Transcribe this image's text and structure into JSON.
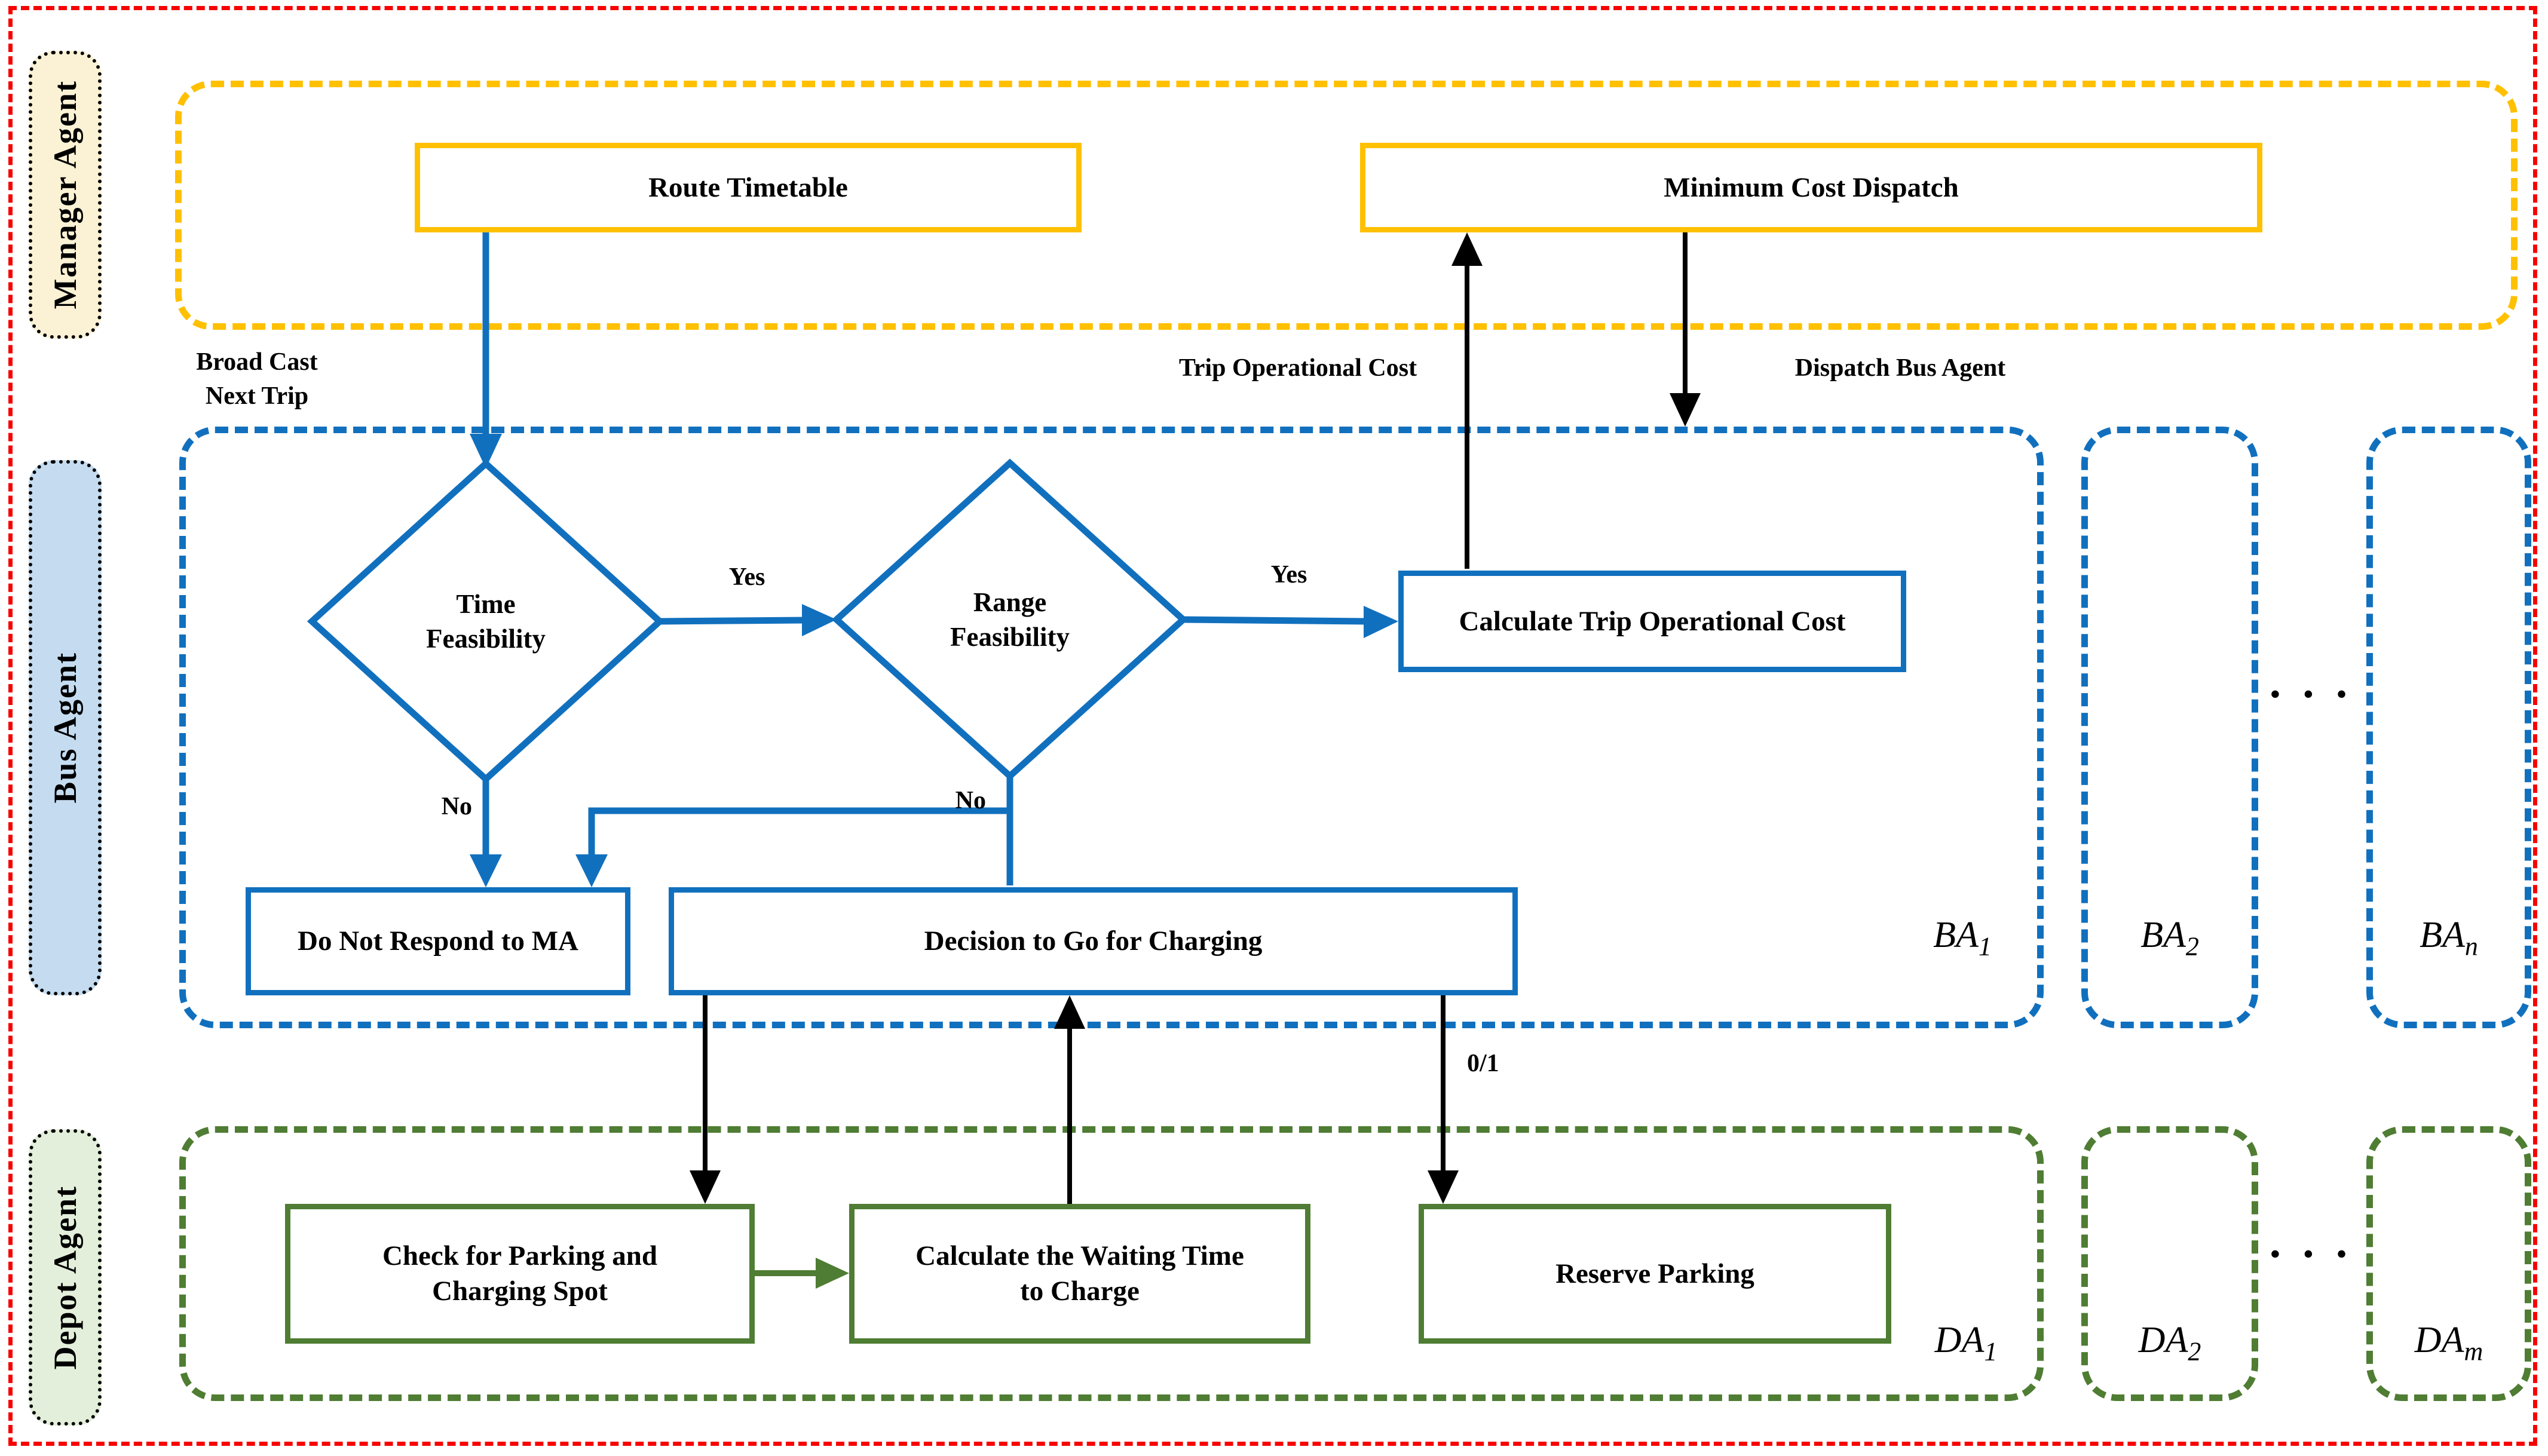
{
  "lanes": {
    "manager": {
      "label": "Manager Agent"
    },
    "bus": {
      "label": "Bus Agent"
    },
    "depot": {
      "label": "Depot Agent"
    }
  },
  "manager": {
    "route_timetable": "Route Timetable",
    "minimum_cost_dispatch": "Minimum Cost Dispatch"
  },
  "bus": {
    "time_feasibility_line1": "Time",
    "time_feasibility_line2": "Feasibility",
    "range_feasibility_line1": "Range",
    "range_feasibility_line2": "Feasibility",
    "calculate_trip_cost": "Calculate Trip Operational Cost",
    "do_not_respond": "Do Not Respond to MA",
    "decision_charging": "Decision to Go for Charging",
    "ba1": {
      "base": "BA",
      "sub": "1"
    },
    "ba2": {
      "base": "BA",
      "sub": "2"
    },
    "ban": {
      "base": "BA",
      "sub": "n"
    },
    "ellipsis": "• • •"
  },
  "depot": {
    "check_parking_line1": "Check for Parking and",
    "check_parking_line2": "Charging Spot",
    "calc_waiting_line1": "Calculate the Waiting Time",
    "calc_waiting_line2": "to Charge",
    "reserve_parking": "Reserve Parking",
    "da1": {
      "base": "DA",
      "sub": "1"
    },
    "da2": {
      "base": "DA",
      "sub": "2"
    },
    "dam": {
      "base": "DA",
      "sub": "m"
    },
    "ellipsis": "• • •"
  },
  "edge_labels": {
    "broadcast_line1": "Broad Cast",
    "broadcast_line2": "Next Trip",
    "trip_operational_cost": "Trip Operational Cost",
    "dispatch_bus_agent": "Dispatch Bus Agent",
    "yes_time": "Yes",
    "yes_range": "Yes",
    "no_time": "No",
    "no_range": "No",
    "zero_one": "0/1"
  },
  "colors": {
    "yellow": "#FFC000",
    "blue": "#1170BE",
    "green": "#4F7D33",
    "red": "#F60000",
    "manager_fill": "#FBF2D5",
    "bus_fill": "#C5DCF0",
    "depot_fill": "#E3EFDA",
    "black": "#000000"
  }
}
